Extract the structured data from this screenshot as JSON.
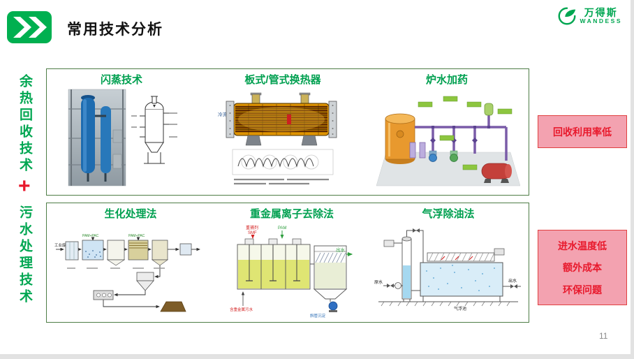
{
  "header": {
    "title": "常用技术分析"
  },
  "logo": {
    "brand": "万得斯",
    "brand_en": "WANDESS"
  },
  "sidebar": {
    "top_label": "余热回收技术",
    "plus": "+",
    "bottom_label": "污水处理技术"
  },
  "heat_box": {
    "items": [
      {
        "title": "闪蒸技术"
      },
      {
        "title": "板式/管式换热器"
      },
      {
        "title": "炉水加药"
      }
    ]
  },
  "water_box": {
    "items": [
      {
        "title": "生化处理法"
      },
      {
        "title": "重金属离子去除法"
      },
      {
        "title": "气浮除油法"
      }
    ]
  },
  "callouts": {
    "heat": "回收利用率低",
    "water": [
      "进水温度低",
      "额外成本",
      "环保问题"
    ]
  },
  "diagrams": {
    "heat_exchanger": {
      "cold_label": "冷流体"
    },
    "biochemical": {
      "dosing1": "PAM+PAC",
      "dosing2": "PAM+PAC",
      "inlet": "工业废水"
    },
    "heavy_metal": {
      "agent_line1": "重捕剂",
      "agent_line2": "SMF",
      "pam": "PAM",
      "outlet": "出水",
      "inlet": "含重金属污水",
      "clarifier": "斜管沉淀"
    },
    "air_flotation": {
      "inlet": "原水",
      "outlet": "出水",
      "tank": "气浮池"
    }
  },
  "page": {
    "number": "11"
  }
}
